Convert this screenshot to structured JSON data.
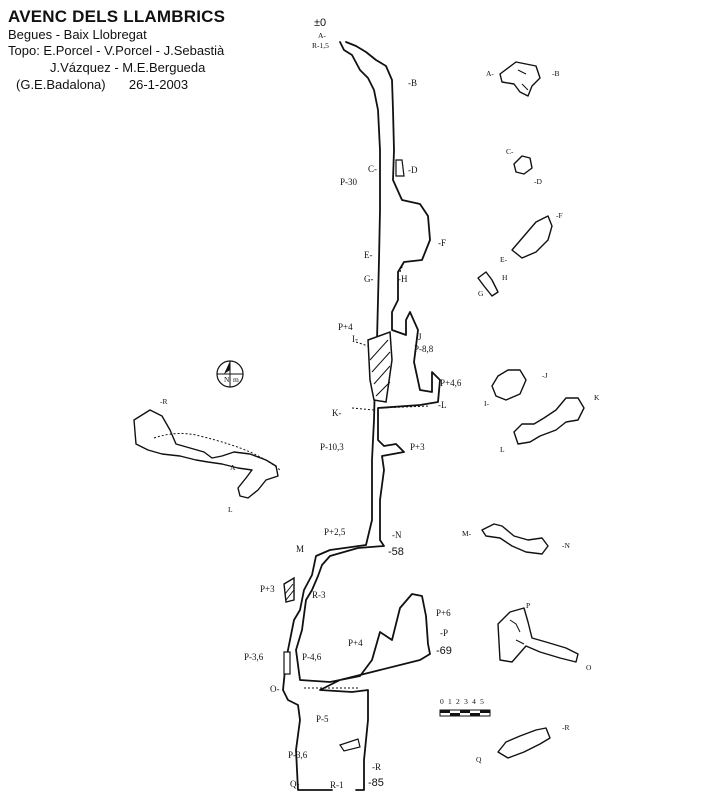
{
  "header": {
    "title": "AVENC DELS LLAMBRICS",
    "line1": "Begues - Baix Llobregat",
    "line2": "Topo: E.Porcel - V.Porcel - J.Sebastià",
    "line3": "J.Vázquez - M.E.Bergueda",
    "line4": "(G.E.Badalona)",
    "date": "26-1-2003"
  },
  "compass": {
    "label": "N",
    "sublabel": "m"
  },
  "scale": {
    "label": "0 1 2 3 4 5"
  },
  "depths": {
    "entrance": "±0",
    "n": "-58",
    "p": "-69",
    "r": "-85"
  },
  "profile_labels": {
    "a": "A-",
    "r1_5": "R-1,5",
    "b": "-B",
    "c": "C-",
    "d": "-D",
    "p30": "P-30",
    "e": "E-",
    "f": "-F",
    "g": "G-",
    "h": "-H",
    "p4a": "P+4",
    "i": "I-",
    "j": "J",
    "p8_8": "P-8,8",
    "p4_6a": "P+4,6",
    "k": "K-",
    "l": "-L",
    "p10_3": "P-10,3",
    "p3a": "P+3",
    "p2_5": "P+2,5",
    "n": "-N",
    "m": "M",
    "p3b": "P+3",
    "r3": "R-3",
    "p6": "P+6",
    "p": "-P",
    "p4b": "P+4",
    "p3_6a": "P-3,6",
    "p4_6b": "P-4,6",
    "o": "O-",
    "p5": "P-5",
    "p3_6b": "P-3,6",
    "r": "-R",
    "q": "Q-",
    "r1": "R-1"
  },
  "section_labels": {
    "ab_a": "A-",
    "ab_b": "-B",
    "cd_c": "C-",
    "cd_d": "-D",
    "efgh_e": "E-",
    "efgh_f": "-F",
    "efgh_g": "G",
    "efgh_h": "H",
    "ij_i": "I-",
    "ij_j": "-J",
    "kl_k": "K",
    "kl_l": "L",
    "mn_m": "M-",
    "mn_n": "-N",
    "op_p": "P",
    "op_o": "O",
    "qr_q": "Q",
    "qr_r": "-R",
    "plan_r": "-R",
    "plan_a": "A",
    "plan_l": "L"
  }
}
